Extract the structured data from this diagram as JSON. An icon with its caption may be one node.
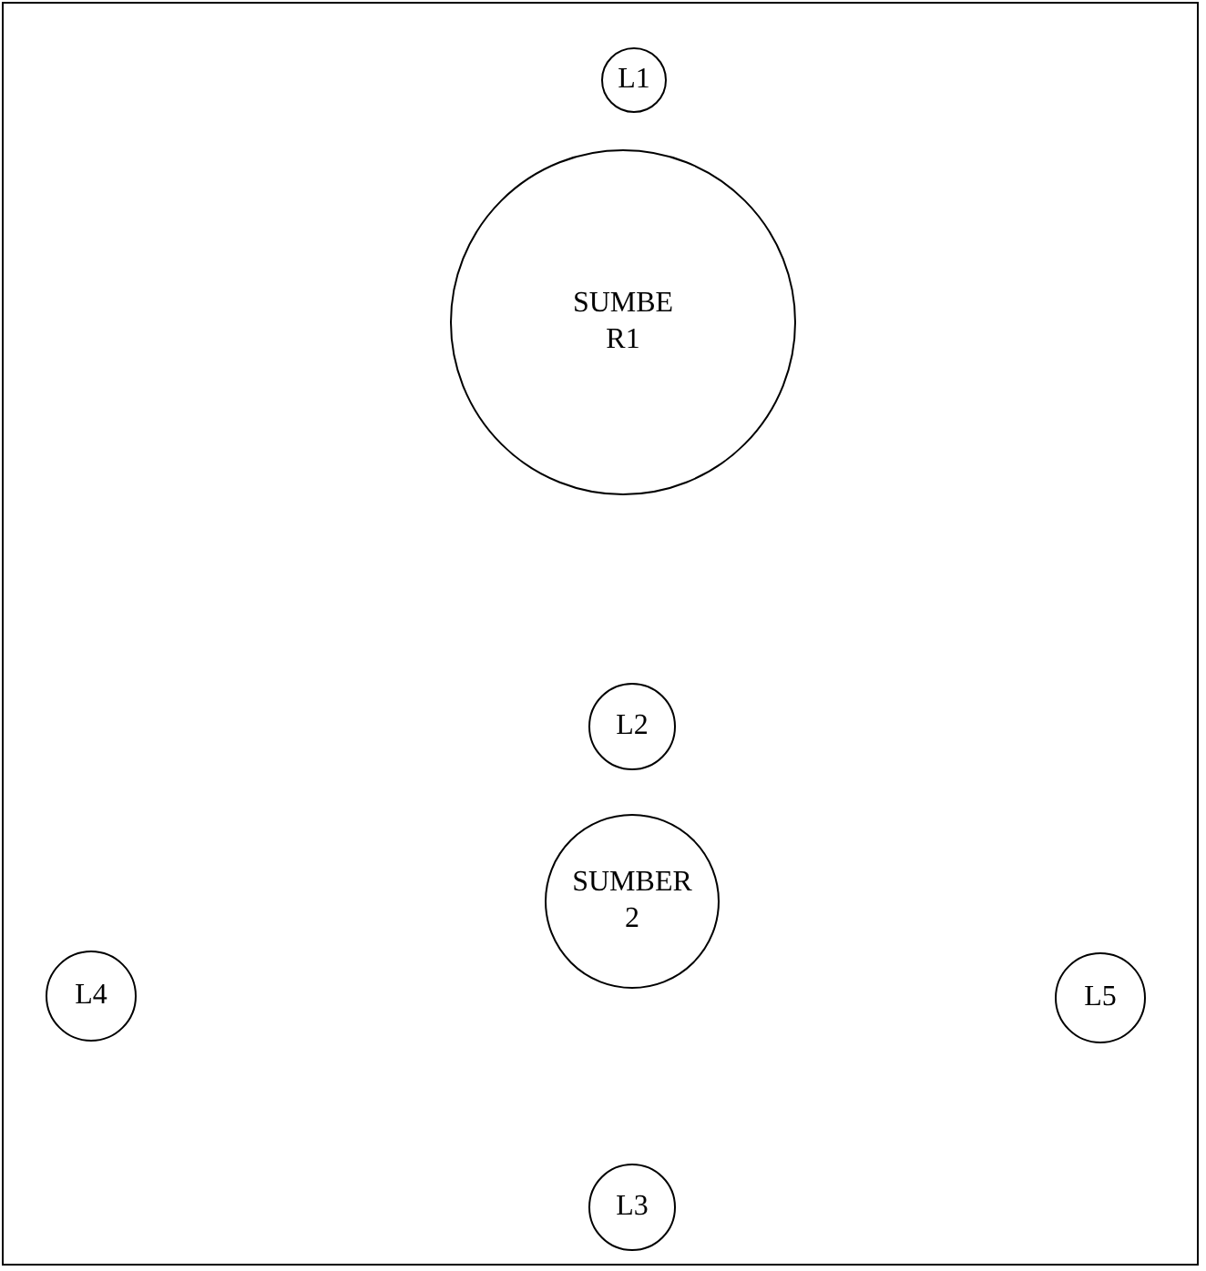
{
  "diagram": {
    "nodes": [
      {
        "text": [],
        "shape": "box"
      },
      {
        "text": [
          "L1"
        ],
        "in": 0
      },
      {
        "text": [
          "SUMBER1"
        ],
        "in": 0
      },
      {
        "text": [
          "L2"
        ],
        "in": 0
      },
      {
        "text": [
          "SUMBER 2"
        ],
        "in": 0
      },
      {
        "text": [
          "L4"
        ],
        "in": 0
      },
      {
        "text": [
          "L5"
        ],
        "in": 0
      },
      {
        "text": [
          "L3"
        ],
        "in": 0
      }
    ]
  }
}
